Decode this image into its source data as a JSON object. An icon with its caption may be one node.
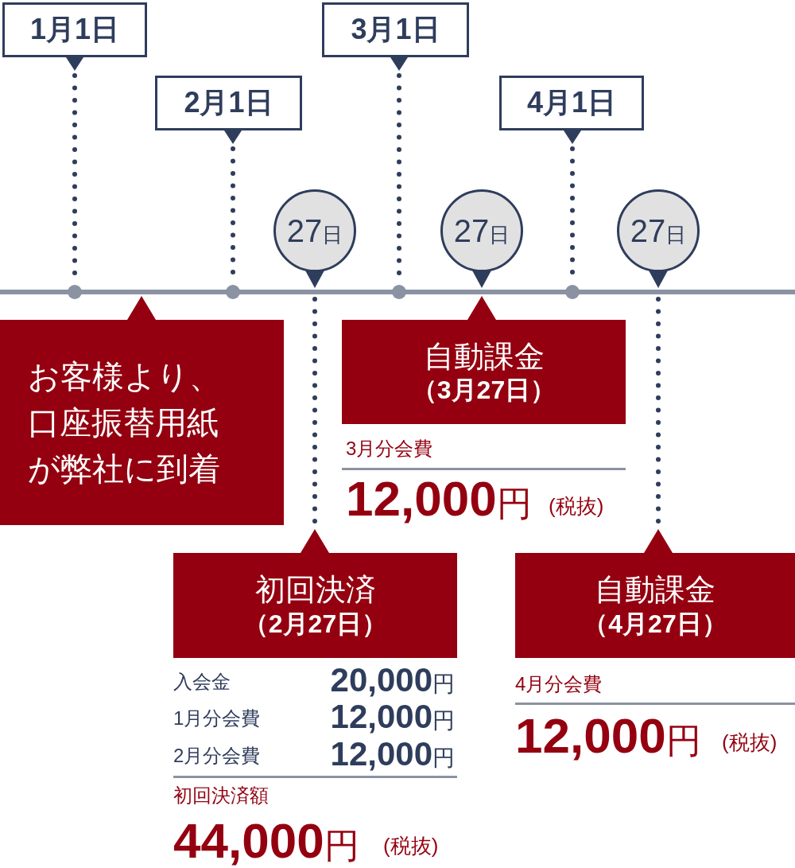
{
  "diagram": {
    "nodes": [
      {
        "text": [
          "1月1日"
        ]
      },
      {
        "text": [
          "2月1日"
        ]
      },
      {
        "text": [
          "3月1日"
        ]
      },
      {
        "text": [
          "4月1日"
        ]
      },
      {
        "text": [],
        "shape": "bar"
      },
      {
        "text": [],
        "shape": "circle"
      },
      {
        "text": [],
        "shape": "circle"
      },
      {
        "text": [],
        "shape": "circle"
      },
      {
        "text": [],
        "shape": "circle"
      },
      {
        "text": [
          "27日"
        ]
      },
      {
        "text": [
          "27日"
        ]
      },
      {
        "text": [
          "27日"
        ]
      },
      {
        "text": [
          "お客様より、口座振替用紙が弊社に到着"
        ]
      },
      {
        "text": [
          "自動課金",
          "（3月27日）"
        ]
      },
      {
        "text": [
          "初回決済",
          "（2月27日）"
        ]
      },
      {
        "text": [
          "自動課金",
          "（4月27日）"
        ]
      }
    ],
    "edges": [
      {
        "from": 0,
        "to": 5,
        "arrow": "none",
        "style": "dashed"
      },
      {
        "from": 1,
        "to": 6,
        "arrow": "none",
        "style": "dashed"
      },
      {
        "from": 2,
        "to": 7,
        "arrow": "none",
        "style": "dashed"
      },
      {
        "from": 3,
        "to": 8,
        "arrow": "none",
        "style": "dashed"
      },
      {
        "from": 4,
        "to": 14,
        "arrow": "none",
        "style": "dashed"
      },
      {
        "from": 4,
        "to": 15,
        "arrow": "none",
        "style": "dashed"
      }
    ],
    "labels": [
      "3月分会費",
      "12,000円",
      "(税抜)",
      "入会金",
      "20,000円",
      "1月分会費",
      "12,000円",
      "2月分会費",
      "12,000円",
      "4月分会費",
      "12,000円",
      "(税抜)",
      "初回決済額",
      "44,000円",
      "(税抜)"
    ]
  }
}
